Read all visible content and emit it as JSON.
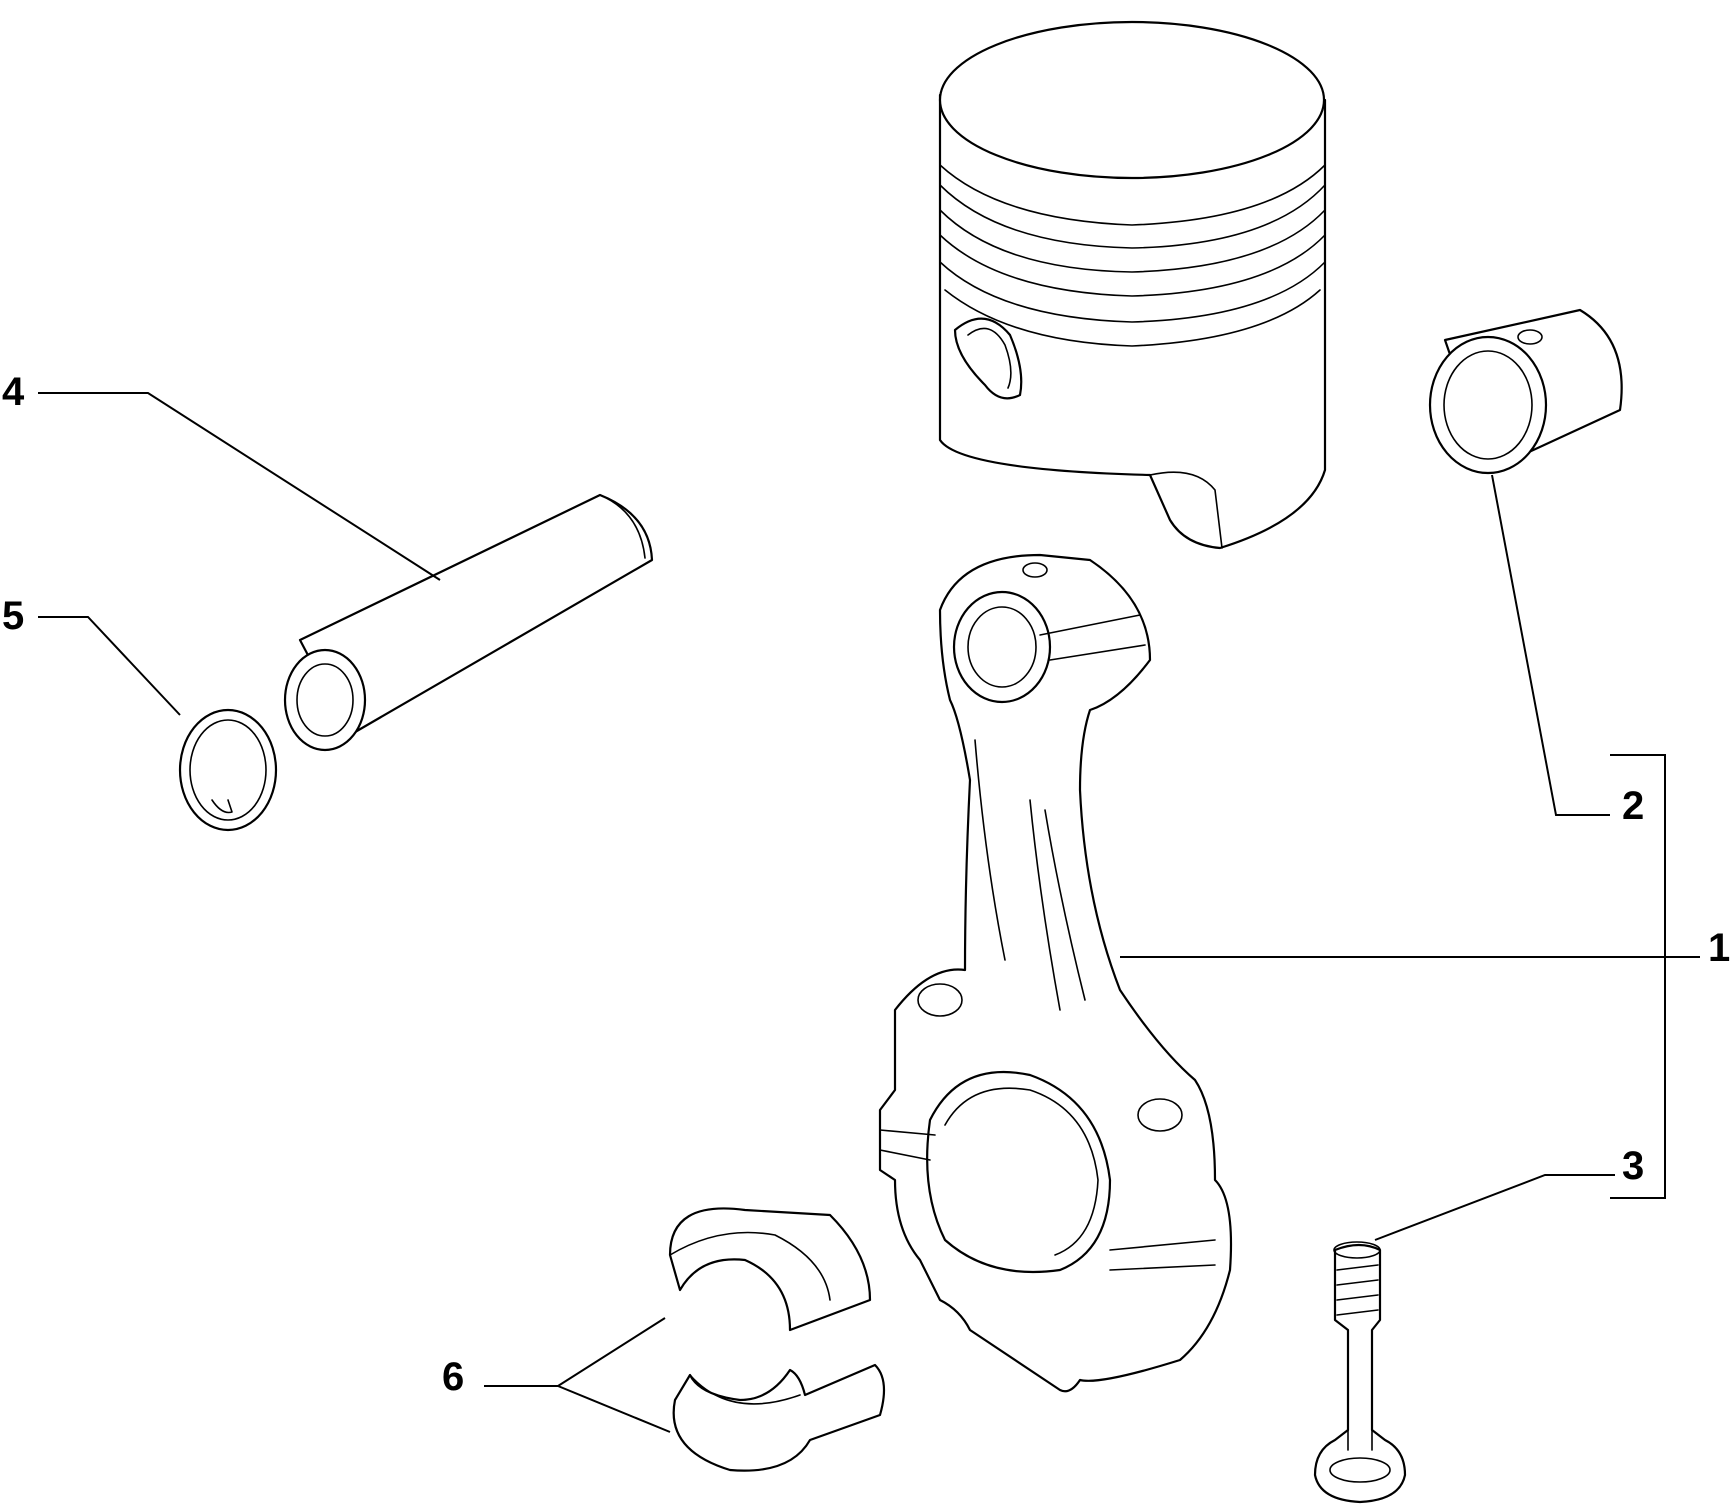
{
  "callouts": [
    {
      "id": "1",
      "label": "1"
    },
    {
      "id": "2",
      "label": "2"
    },
    {
      "id": "3",
      "label": "3"
    },
    {
      "id": "4",
      "label": "4"
    },
    {
      "id": "5",
      "label": "5"
    },
    {
      "id": "6",
      "label": "6"
    }
  ],
  "colors": {
    "line": "#000000",
    "background": "#ffffff"
  },
  "parts": [
    "piston",
    "bushing",
    "piston-pin",
    "snap-ring",
    "connecting-rod",
    "bearing-shells",
    "rod-bolt"
  ]
}
